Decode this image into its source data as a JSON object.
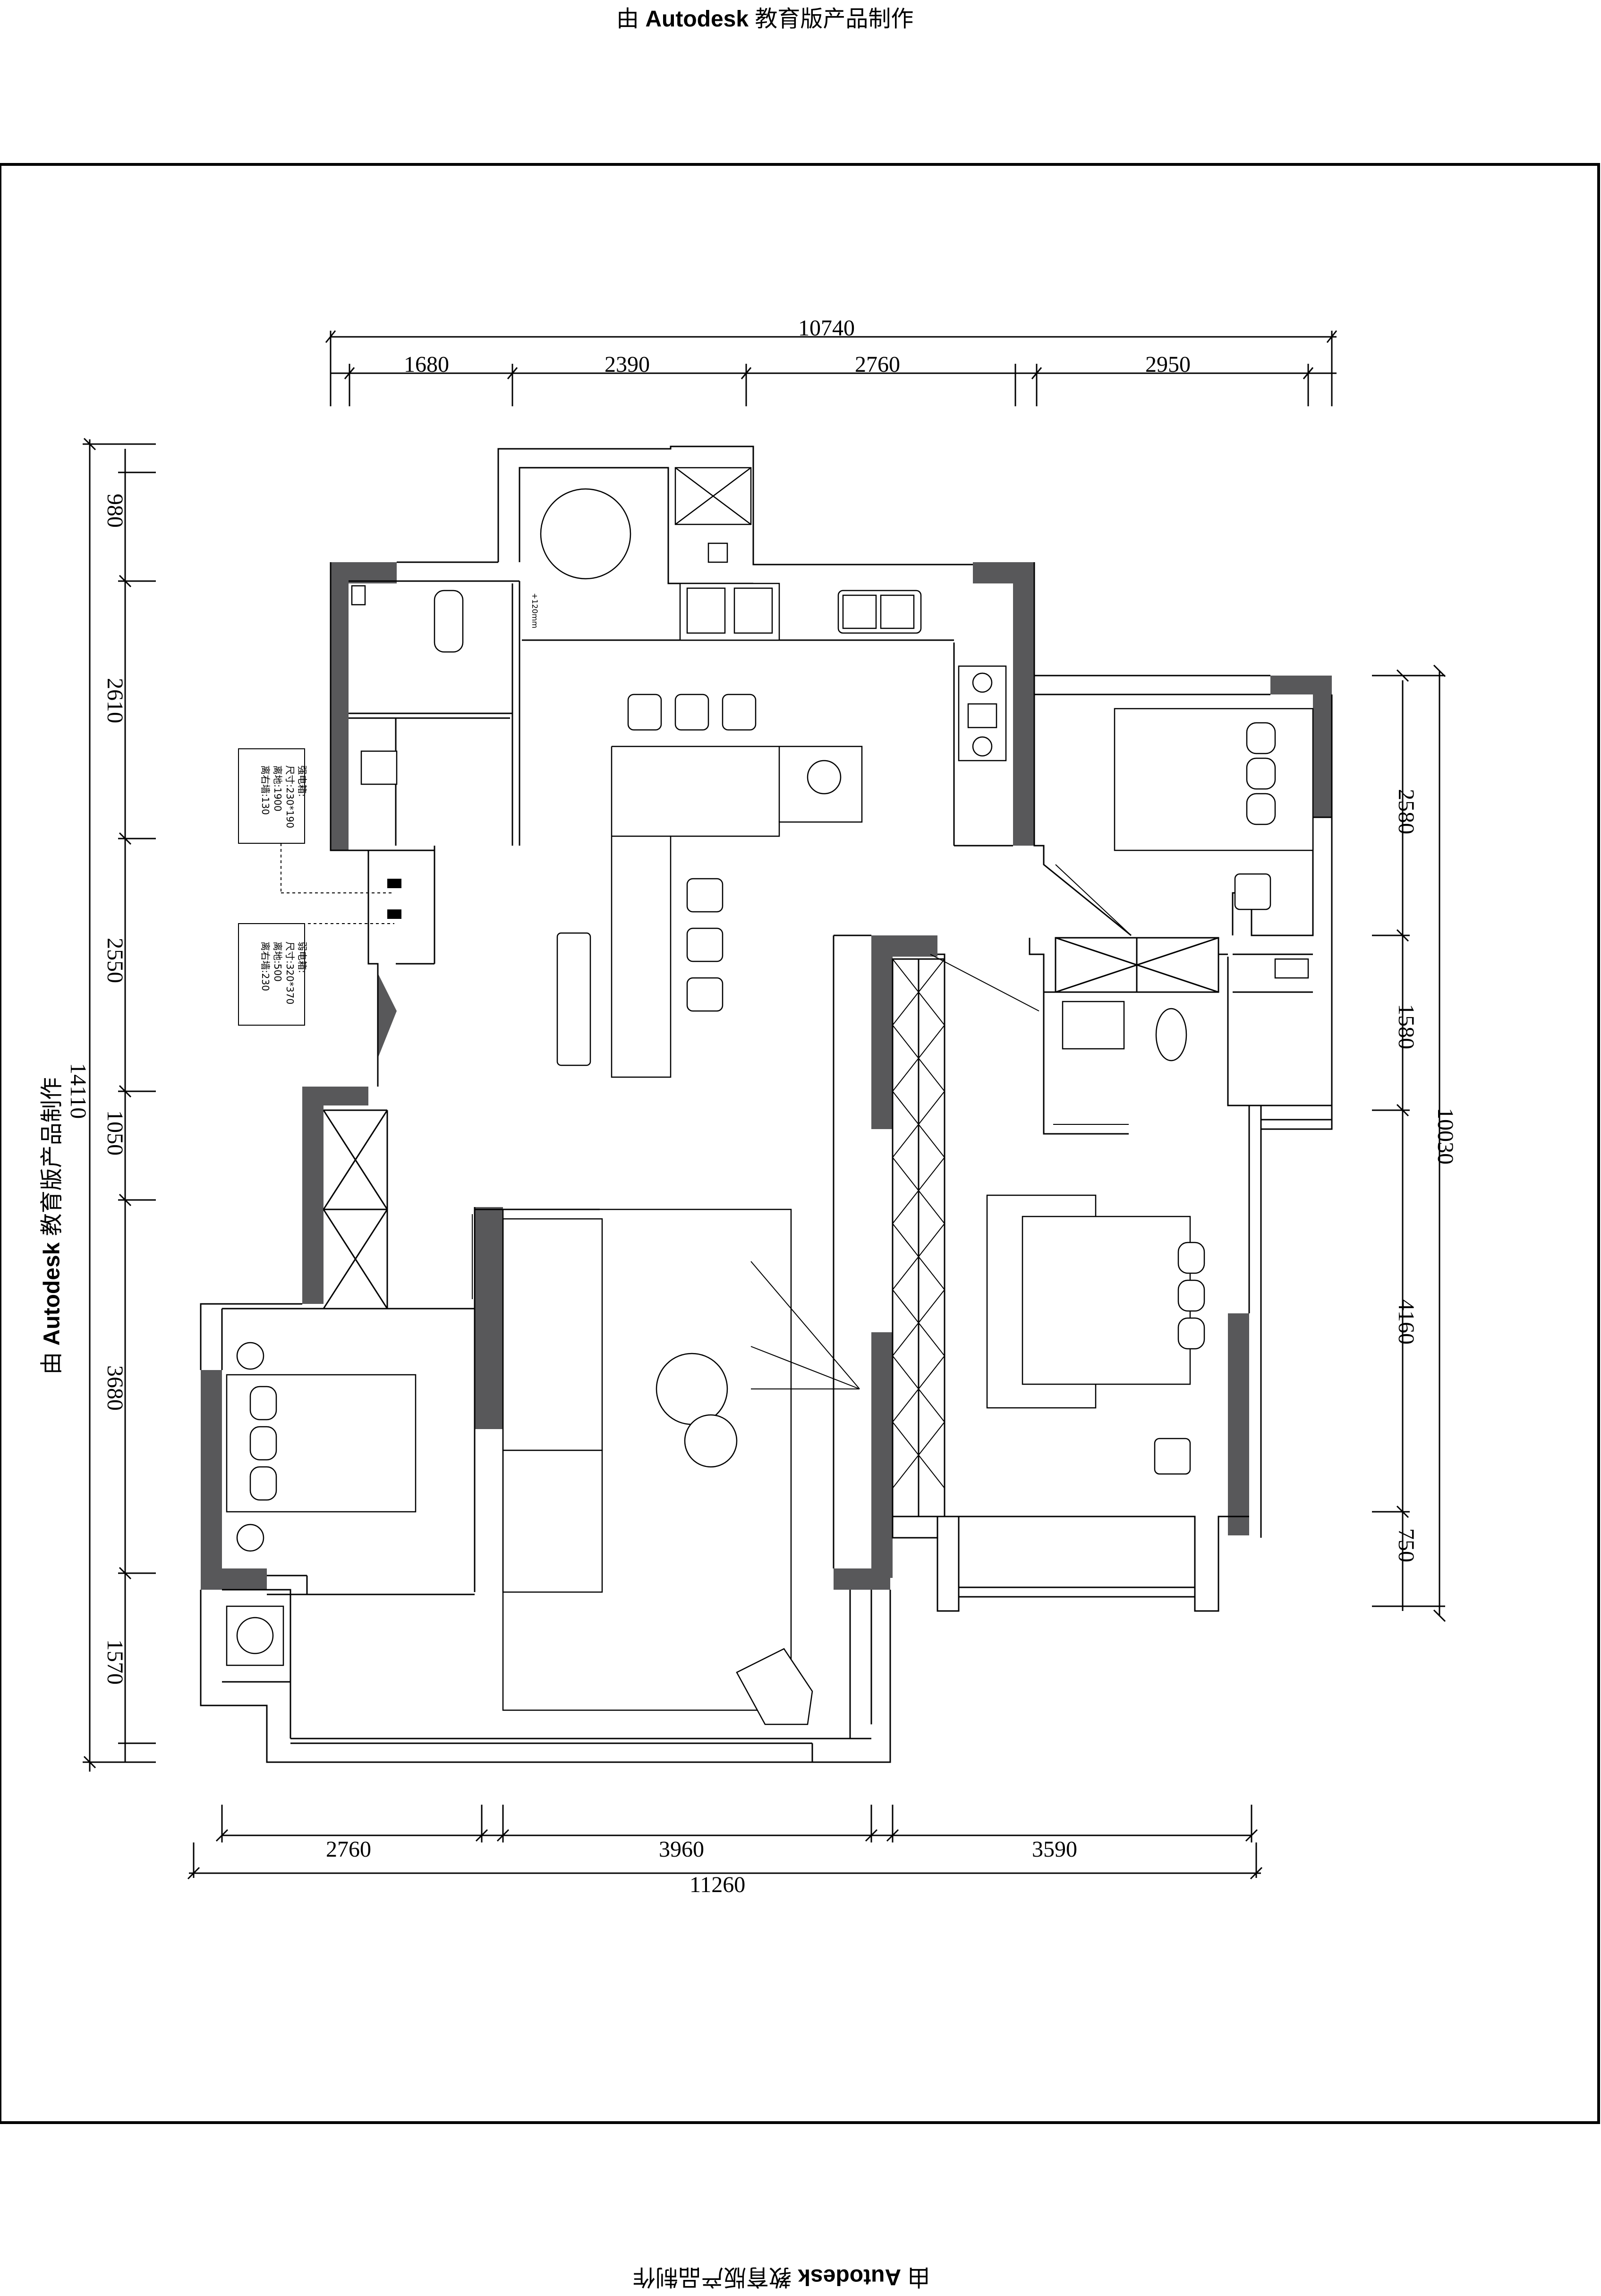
{
  "watermark": {
    "prefix": "由",
    "brand": "Autodesk",
    "suffix": "教育版产品制作"
  },
  "dimensions": {
    "top_total": "10740",
    "top_segments": [
      "1680",
      "2390",
      "2760",
      "2950"
    ],
    "left_total": "14110",
    "left_segments": [
      "980",
      "2610",
      "2550",
      "1050",
      "3680",
      "1570"
    ],
    "right_total": "10030",
    "right_segments": [
      "2580",
      "1580",
      "4160",
      "750"
    ],
    "bottom_total": "11260",
    "bottom_segments": [
      "2760",
      "3960",
      "3590"
    ]
  },
  "annotations": {
    "fridge_note_1": "强电箱:\n尺寸:230*190\n离地:1900\n离右墙:130",
    "fridge_note_2": "弱电箱:\n尺寸:320*370\n离地:500\n离右墙:230",
    "level_mark": "+120mm"
  },
  "colors": {
    "wall_fill": "#58585a",
    "line": "#000000",
    "thin_line": "#9a9a9a"
  }
}
